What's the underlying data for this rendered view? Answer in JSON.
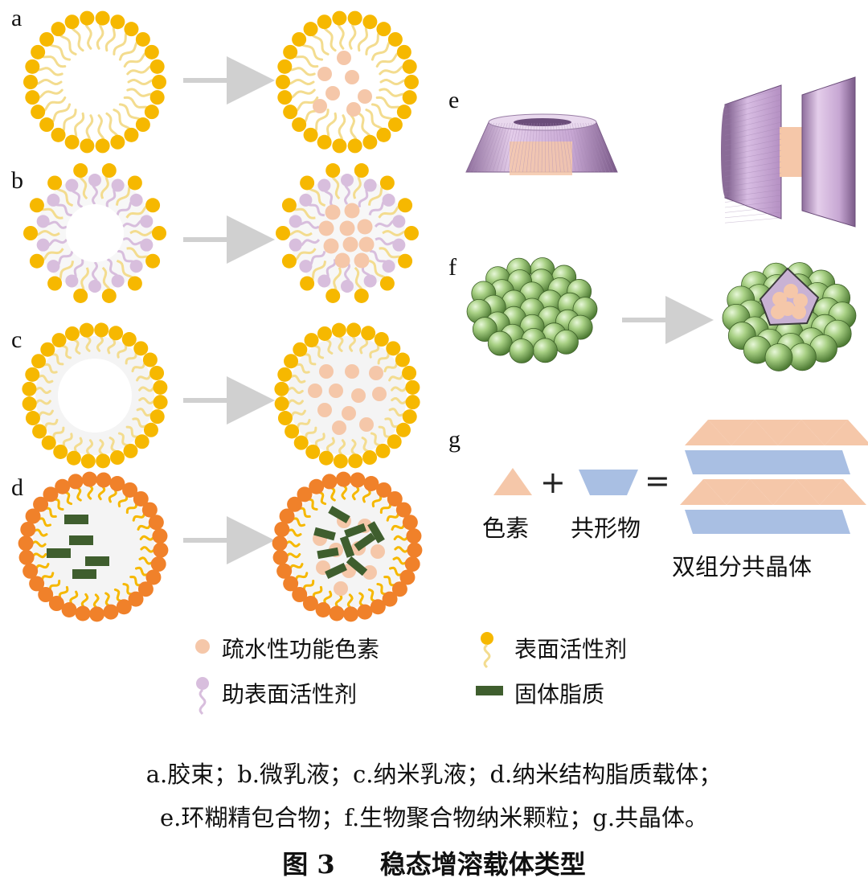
{
  "panels": {
    "a": "a",
    "b": "b",
    "c": "c",
    "d": "d",
    "e": "e",
    "f": "f",
    "g": "g"
  },
  "legend": {
    "hydrophobic_pigment": "疏水性功能色素",
    "surfactant": "表面活性剂",
    "cosurfactant": "助表面活性剂",
    "solid_lipid": "固体脂质"
  },
  "cocrystal": {
    "pigment": "色素",
    "coformer": "共形物",
    "plus": "+",
    "equals": "=",
    "result": "双组分共晶体"
  },
  "caption": {
    "line1": "a.胶束；b.微乳液；c.纳米乳液；d.纳米结构脂质载体；",
    "line2": "e.环糊精包合物；f.生物聚合物纳米颗粒；g.共晶体。"
  },
  "figure": {
    "number": "图 3",
    "title": "稳态增溶载体类型"
  },
  "colors": {
    "surfactant_head": "#f6b800",
    "surfactant_tail": "#f3dc8f",
    "cosurfactant": "#d8bedd",
    "pigment": "#f5c7a9",
    "orange_head": "#f0812a",
    "lipid": "#3f5e2e",
    "arrow": "#d0d0d0",
    "cyclodextrin": "#c9a8d4",
    "polymer_bead": "#8fbf6a",
    "triangle": "#f5c7a9",
    "trapezoid": "#a9bfe3"
  }
}
